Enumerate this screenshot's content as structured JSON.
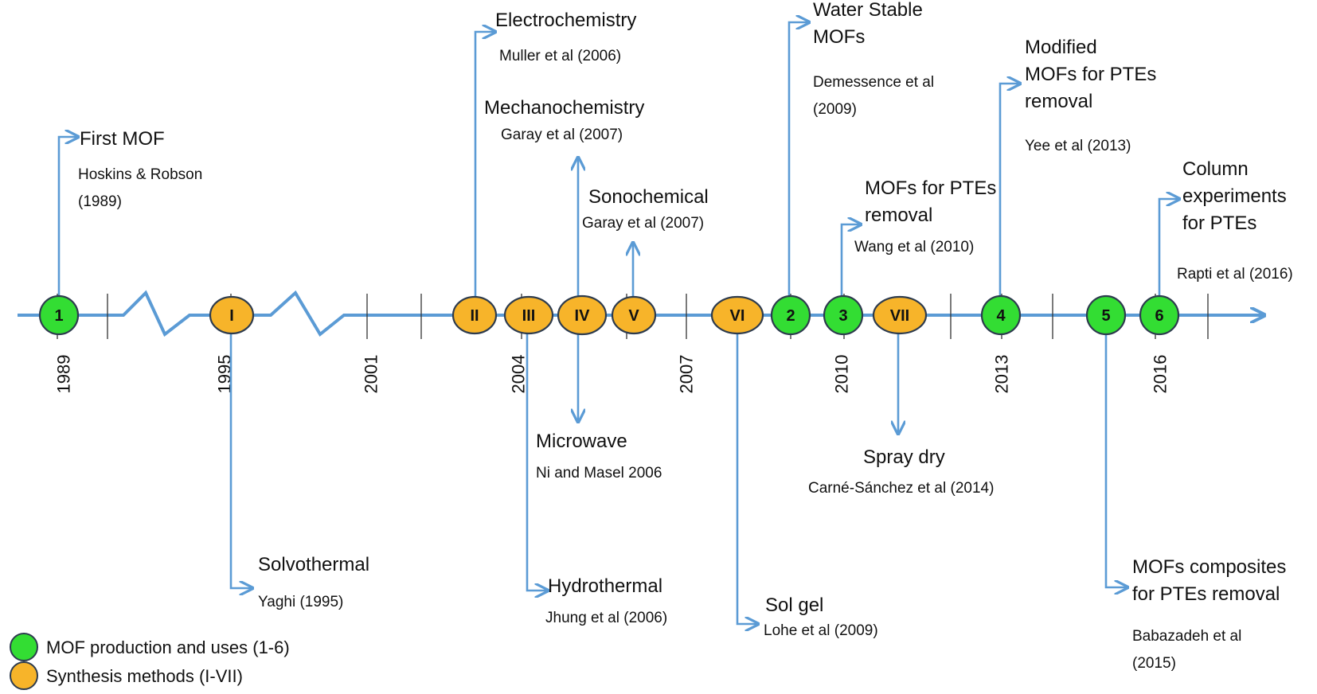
{
  "colors": {
    "axis": "#5b9bd5",
    "green": "#33dd33",
    "orange": "#f7b42a",
    "outline": "#2d3b4e",
    "tick": "#333333"
  },
  "years": [
    "1989",
    "1995",
    "2001",
    "2004",
    "2007",
    "2010",
    "2013",
    "2016"
  ],
  "milestones": [
    {
      "id": "1",
      "type": "production"
    },
    {
      "id": "I",
      "type": "synthesis"
    },
    {
      "id": "II",
      "type": "synthesis"
    },
    {
      "id": "III",
      "type": "synthesis"
    },
    {
      "id": "IV",
      "type": "synthesis"
    },
    {
      "id": "V",
      "type": "synthesis"
    },
    {
      "id": "VI",
      "type": "synthesis"
    },
    {
      "id": "2",
      "type": "production"
    },
    {
      "id": "3",
      "type": "production"
    },
    {
      "id": "VII",
      "type": "synthesis"
    },
    {
      "id": "4",
      "type": "production"
    },
    {
      "id": "5",
      "type": "production"
    },
    {
      "id": "6",
      "type": "production"
    }
  ],
  "events": [
    {
      "id": "first-mof",
      "title": [
        "First MOF"
      ],
      "ref": [
        "Hoskins & Robson",
        "(1989)"
      ]
    },
    {
      "id": "solvothermal",
      "title": [
        "Solvothermal"
      ],
      "ref": [
        "Yaghi (1995)"
      ]
    },
    {
      "id": "electrochemistry",
      "title": [
        "Electrochemistry"
      ],
      "ref": [
        "Muller et al (2006)"
      ]
    },
    {
      "id": "mechanochemistry",
      "title": [
        "Mechanochemistry"
      ],
      "ref": [
        "Garay et al (2007)"
      ]
    },
    {
      "id": "sonochemical",
      "title": [
        "Sonochemical"
      ],
      "ref": [
        "Garay et al (2007)"
      ]
    },
    {
      "id": "microwave",
      "title": [
        "Microwave"
      ],
      "ref": [
        "Ni and Masel 2006"
      ]
    },
    {
      "id": "hydrothermal",
      "title": [
        "Hydrothermal"
      ],
      "ref": [
        "Jhung et al (2006)"
      ]
    },
    {
      "id": "sol-gel",
      "title": [
        "Sol gel"
      ],
      "ref": [
        "Lohe et al (2009)"
      ]
    },
    {
      "id": "water-stable",
      "title": [
        "Water Stable",
        "MOFs"
      ],
      "ref": [
        "Demessence et al",
        "(2009)"
      ]
    },
    {
      "id": "mofs-ptes",
      "title": [
        "MOFs for PTEs",
        "removal"
      ],
      "ref": [
        "Wang et al (2010)"
      ]
    },
    {
      "id": "spray-dry",
      "title": [
        "Spray dry"
      ],
      "ref": [
        "Carné-Sánchez et al (2014)"
      ]
    },
    {
      "id": "modified-mofs",
      "title": [
        "Modified",
        "MOFs for PTEs",
        "removal"
      ],
      "ref": [
        "Yee et al (2013)"
      ]
    },
    {
      "id": "composites",
      "title": [
        "MOFs composites",
        "for PTEs removal"
      ],
      "ref": [
        "Babazadeh et al",
        "(2015)"
      ]
    },
    {
      "id": "column",
      "title": [
        "Column",
        "experiments",
        "for PTEs"
      ],
      "ref": [
        "Rapti et al (2016)"
      ]
    }
  ],
  "legend": [
    {
      "type": "production",
      "label": "MOF production and uses (1-6)"
    },
    {
      "type": "synthesis",
      "label": "Synthesis methods (I-VII)"
    }
  ]
}
